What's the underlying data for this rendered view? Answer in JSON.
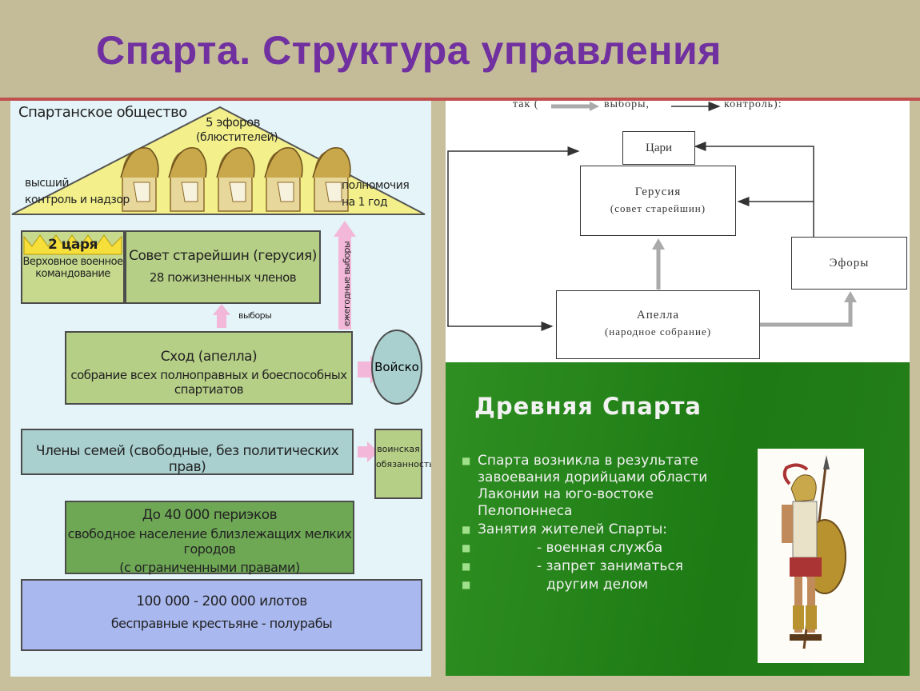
{
  "slide_title": "Спарта. Структура управления",
  "left": {
    "caption": "Спартанское общество",
    "ephors_title": "5 эфоров",
    "ephors_subtitle": "(блюстителей)",
    "roof_left_1": "высший",
    "roof_left_2": "контроль и надзор",
    "roof_right_1": "полномочия",
    "roof_right_2": "на 1 год",
    "kings_title": "2 царя",
    "kings_sub_1": "Верховное военное",
    "kings_sub_2": "командование",
    "gerusia_1": "Совет старейшин (герусия)",
    "gerusia_2": "28 пожизненных членов",
    "vote_label": "выборы",
    "annual_vote_label": "ежегодные выборы",
    "apella_1": "Сход (апелла)",
    "apella_2": "собрание всех полноправных и боеспособных спартиатов",
    "army": "Войско",
    "family": "Члены семей (свободные, без политических прав)",
    "duty_1": "воинская",
    "duty_2": "обязанность",
    "perioeci_1": "До 40 000 периэков",
    "perioeci_2": "свободное население близлежащих мелких городов",
    "perioeci_3": "(с ограниченными правами)",
    "helots_1": "100 000 - 200 000 илотов",
    "helots_2": "бесправные крестьяне - полурабы"
  },
  "diagram": {
    "legend_prefix": "так (",
    "legend_elections": "выборы,",
    "legend_control": "контроль):",
    "kings": "Цари",
    "gerusia": "Герусия",
    "gerusia_sub": "(совет старейшин)",
    "ephors": "Эфоры",
    "apella": "Апелла",
    "apella_sub": "(народное собрание)"
  },
  "green": {
    "title": "Древняя Спарта",
    "bullets": [
      "Спарта возникла в результате завоевания дорийцами области Лаконии на юго-востоке Пелопоннеса",
      "Занятия жителей Спарты:",
      "- военная служба",
      "- запрет заниматься",
      "другим делом"
    ]
  },
  "colors": {
    "title": "#7030a0",
    "rule": "#c0504d",
    "roof": "#f3f08c",
    "green_box": "#b6cf86",
    "teal_box": "#a9cfcf",
    "blue_box": "#a9b8ef",
    "slide_green": "#1d7a14"
  }
}
